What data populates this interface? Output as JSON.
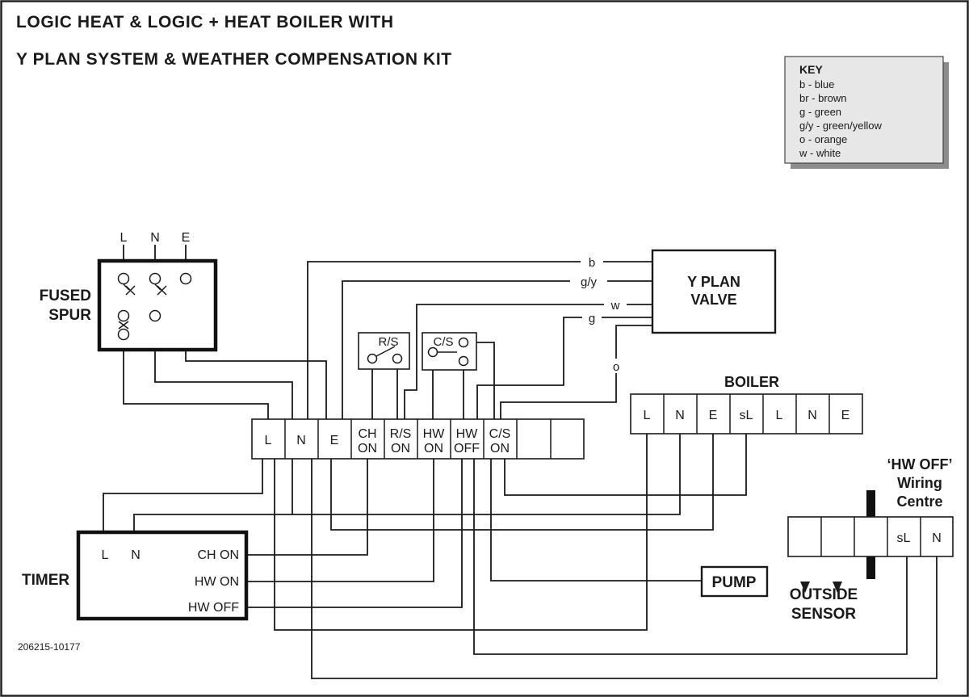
{
  "page": {
    "title_line1": "LOGIC HEAT & LOGIC + HEAT BOILER WITH",
    "title_line2": "Y PLAN SYSTEM & WEATHER COMPENSATION KIT",
    "part_number": "206215-10177"
  },
  "key": {
    "title": "KEY",
    "items": [
      "b - blue",
      "br - brown",
      "g - green",
      "g/y - green/yellow",
      "o - orange",
      "w - white"
    ]
  },
  "fused_spur": {
    "label_line1": "FUSED",
    "label_line2": "SPUR",
    "terminals": [
      "L",
      "N",
      "E"
    ]
  },
  "valve": {
    "label_line1": "Y PLAN",
    "label_line2": "VALVE"
  },
  "wire_labels": {
    "blue": "b",
    "green_yellow": "g/y",
    "white": "w",
    "green": "g",
    "orange": "o"
  },
  "switches": {
    "rs": "R/S",
    "cs": "C/S"
  },
  "main_strip": {
    "cells": [
      {
        "l1": "L",
        "l2": ""
      },
      {
        "l1": "N",
        "l2": ""
      },
      {
        "l1": "E",
        "l2": ""
      },
      {
        "l1": "CH",
        "l2": "ON"
      },
      {
        "l1": "R/S",
        "l2": "ON"
      },
      {
        "l1": "HW",
        "l2": "ON"
      },
      {
        "l1": "HW",
        "l2": "OFF"
      },
      {
        "l1": "C/S",
        "l2": "ON"
      },
      {
        "l1": "",
        "l2": ""
      },
      {
        "l1": "",
        "l2": ""
      }
    ]
  },
  "boiler": {
    "label": "BOILER",
    "cells": [
      "L",
      "N",
      "E",
      "sL",
      "L",
      "N",
      "E"
    ]
  },
  "timer": {
    "label": "TIMER",
    "input_l": "L",
    "input_n": "N",
    "out_ch_on": "CH ON",
    "out_hw_on": "HW ON",
    "out_hw_off": "HW OFF"
  },
  "pump": {
    "label": "PUMP"
  },
  "wiring_centre": {
    "label_line1": "‘HW OFF’",
    "label_line2": "Wiring",
    "label_line3": "Centre",
    "cells": [
      "",
      "",
      "",
      "sL",
      "N"
    ]
  },
  "outside_sensor": {
    "label_line1": "OUTSIDE",
    "label_line2": "SENSOR"
  },
  "colors": {
    "line": "#1a1a1a",
    "key_bg": "#e7e7e7",
    "key_shadow": "#8c8c8c",
    "bar": "#111111",
    "paper": "#ffffff"
  }
}
